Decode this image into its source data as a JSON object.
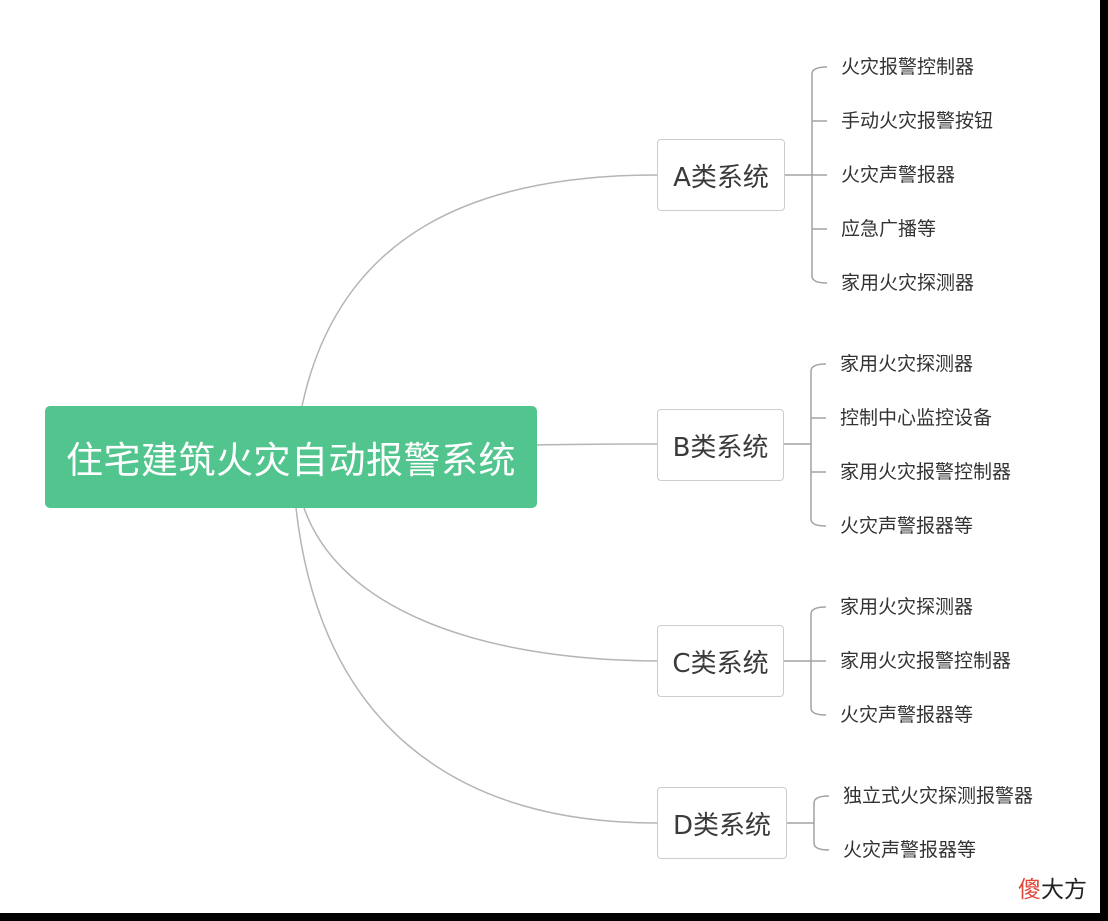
{
  "root": {
    "label": "住宅建筑火灾自动报警系统",
    "color": "#52c48e"
  },
  "categories": [
    {
      "label": "A类系统",
      "items": [
        "火灾报警控制器",
        "手动火灾报警按钮",
        "火灾声警报器",
        "应急广播等",
        "家用火灾探测器"
      ]
    },
    {
      "label": "B类系统",
      "items": [
        "家用火灾探测器",
        "控制中心监控设备",
        "家用火灾报警控制器",
        "火灾声警报器等"
      ]
    },
    {
      "label": "C类系统",
      "items": [
        "家用火灾探测器",
        "家用火灾报警控制器",
        "火灾声警报器等"
      ]
    },
    {
      "label": "D类系统",
      "items": [
        "独立式火灾探测报警器",
        "火灾声警报器等"
      ]
    }
  ],
  "watermark": {
    "accent": "傻",
    "rest": "大方",
    "accent_color": "#e0463a"
  },
  "colors": {
    "connector": "#b5b5b5",
    "bracket": "#a3a3a3",
    "background": "#ffffff"
  }
}
